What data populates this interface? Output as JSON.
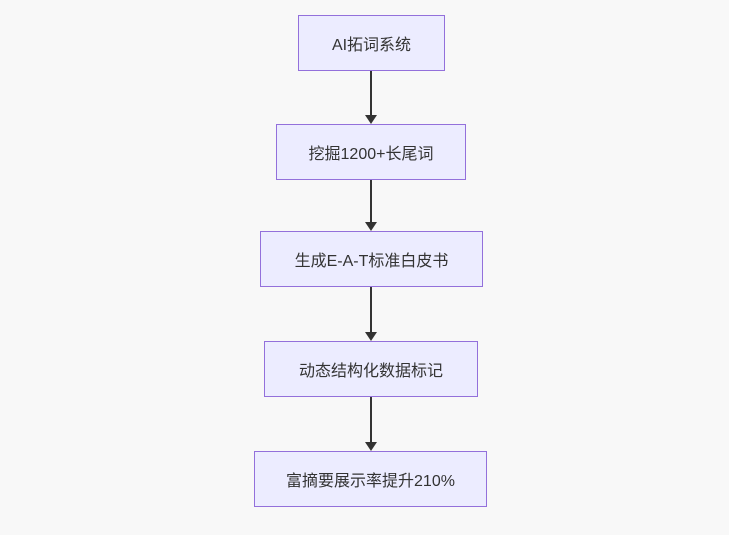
{
  "diagram": {
    "type": "flowchart-top-down",
    "nodes": [
      {
        "id": "step-1",
        "label": "AI拓词系统"
      },
      {
        "id": "step-2",
        "label": "挖掘1200+长尾词"
      },
      {
        "id": "step-3",
        "label": "生成E-A-T标准白皮书"
      },
      {
        "id": "step-4",
        "label": "动态结构化数据标记"
      },
      {
        "id": "step-5",
        "label": "富摘要展示率提升210%"
      }
    ],
    "edges": [
      {
        "from": "step-1",
        "to": "step-2"
      },
      {
        "from": "step-2",
        "to": "step-3"
      },
      {
        "from": "step-3",
        "to": "step-4"
      },
      {
        "from": "step-4",
        "to": "step-5"
      }
    ],
    "colors": {
      "node_fill": "#ececff",
      "node_border": "#9370db",
      "edge_stroke": "#333333",
      "text": "#333333",
      "background": "#f8f8f8"
    }
  }
}
